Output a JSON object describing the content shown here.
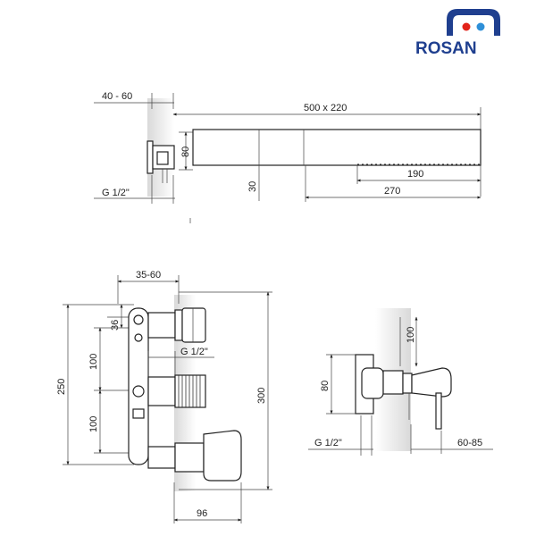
{
  "brand": {
    "name": "ROSAN",
    "colors": {
      "primary": "#1f3f8f",
      "hot": "#e2231a",
      "cold": "#2e8fd8"
    }
  },
  "top_view": {
    "dims": {
      "depth": "40 - 60",
      "arm": "500 x 220",
      "height": "80",
      "offset": "30",
      "thread": "G 1/2\"",
      "len_190": "190",
      "len_270": "270"
    }
  },
  "front_view": {
    "dims": {
      "top_depth": "35-60",
      "inlet": "36",
      "spacing_upper": "100",
      "thread": "G 1/2\"",
      "total_250": "250",
      "spacing_lower": "100",
      "total_300": "300",
      "width": "96"
    }
  },
  "side_view": {
    "dims": {
      "height": "80",
      "top": "100",
      "thread": "G 1/2\"",
      "reach": "60-85"
    }
  }
}
